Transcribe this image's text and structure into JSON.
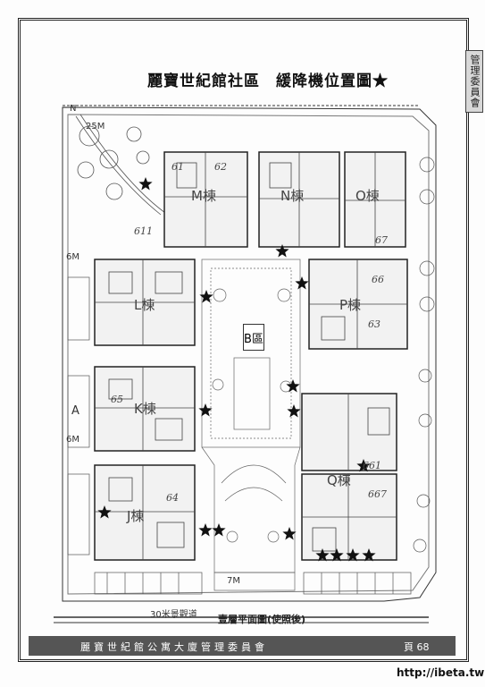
{
  "document": {
    "title": "麗寶世紀館社區　緩降機位置圖★",
    "side_tab": "管理委員會",
    "footer_title": "麗寶世紀館公寓大廈管理委員會",
    "footer_page": "頁 68",
    "watermark": "http://ibeta.tw"
  },
  "plan": {
    "buildings": [
      {
        "name": "M棟"
      },
      {
        "name": "N棟"
      },
      {
        "name": "O棟"
      },
      {
        "name": "P棟"
      },
      {
        "name": "L棟"
      },
      {
        "name": "K棟"
      },
      {
        "name": "J棟"
      },
      {
        "name": "Q棟"
      }
    ],
    "center_zone": "B區",
    "units": [
      "61",
      "62",
      "611",
      "67",
      "66",
      "63",
      "64",
      "65",
      "661",
      "667"
    ],
    "side_labels": {
      "left_top": "6M",
      "left_mid": "A",
      "left_bottom": "6M",
      "top_road": "25M",
      "top_left_marker": "N",
      "bottom_road": "30米景觀道",
      "ground_floor": "壹層平面圖(使照後)",
      "bottom_mark": "7M"
    },
    "star_color": "#111111",
    "star_count": 16
  }
}
